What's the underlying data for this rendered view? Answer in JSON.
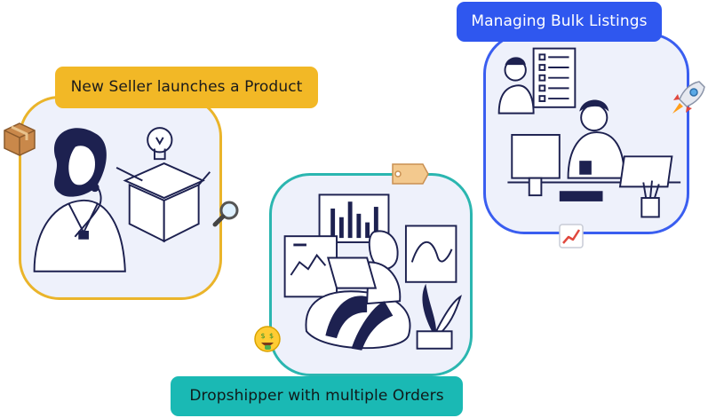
{
  "cards": {
    "seller": {
      "label": "New Seller launches a Product",
      "color": "#eab42a"
    },
    "dropshipper": {
      "label": "Dropshipper with multiple Orders",
      "color": "#2bb6b0"
    },
    "bulk": {
      "label": "Managing Bulk Listings",
      "color": "#3a5ef0"
    }
  },
  "decorations": [
    {
      "icon": "package-icon"
    },
    {
      "icon": "magnifier-icon"
    },
    {
      "icon": "price-tag-icon"
    },
    {
      "icon": "money-face-icon"
    },
    {
      "icon": "rocket-icon"
    },
    {
      "icon": "trend-chart-icon"
    }
  ],
  "colors": {
    "card_background": "#eef1fb",
    "seller_label_bg": "#f2b826",
    "dropshipper_label_bg": "#1ab9b4",
    "bulk_label_bg": "#2f57ef"
  }
}
